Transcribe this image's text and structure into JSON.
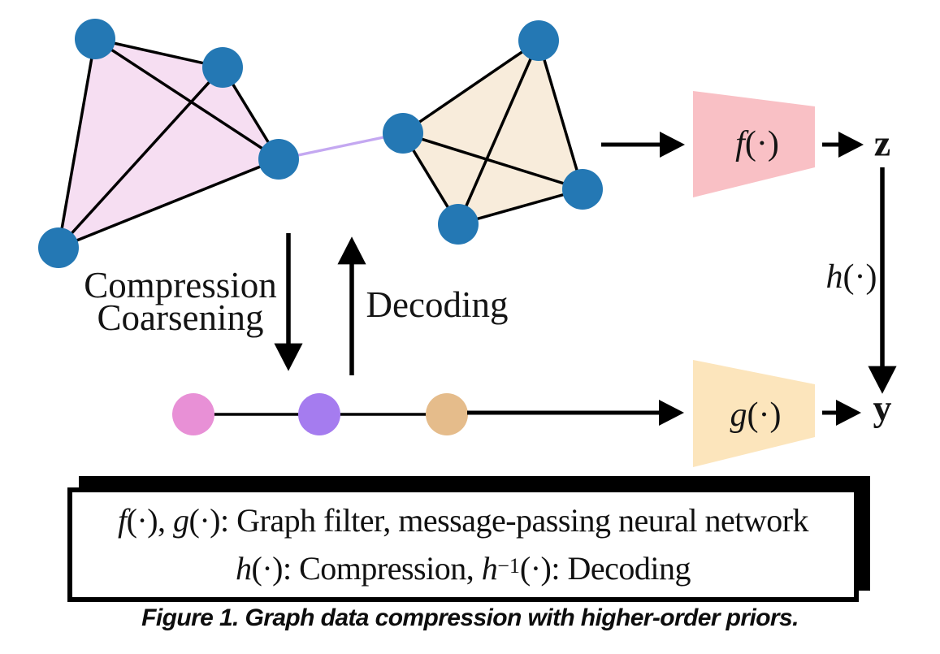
{
  "labels": {
    "compression": "Compression",
    "coarsening": "Coarsening",
    "decoding": "Decoding",
    "f_name": "f",
    "g_name": "g",
    "h_name": "h",
    "paren_dot": "(·)",
    "z": "z",
    "y": "y"
  },
  "legend": {
    "l1_f": "f",
    "l1_fp": "(·), ",
    "l1_g": "g",
    "l1_gp": "(·)",
    "l1_rest": ": Graph filter, message-passing neural network",
    "l2_h": "h",
    "l2_hp": "(·)",
    "l2_mid": ": Compression, ",
    "l2_h2": "h",
    "l2_sup": "−1",
    "l2_p": "(·)",
    "l2_end": ": Decoding"
  },
  "figure": {
    "caption": "Figure 1. Graph data compression with higher-order priors."
  },
  "colors": {
    "node_blue": "#2478b4",
    "fill_pink": "#f6def2",
    "fill_tan": "#f8ecdb",
    "trap_f": "#f9c0c5",
    "trap_g": "#fce5bc",
    "node_pink": "#e890d6",
    "node_purple": "#a57cef",
    "node_tan": "#e5bc8b",
    "edge_lavender": "#c4a8f1",
    "line_black": "#000000"
  }
}
